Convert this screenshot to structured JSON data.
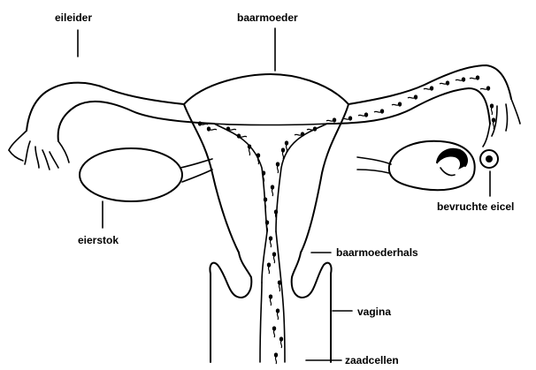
{
  "labels": {
    "oviduct": "eileider",
    "uterus": "baarmoeder",
    "ovary": "eierstok",
    "fertilized_egg": "bevruchte eicel",
    "cervix": "baarmoederhals",
    "vagina": "vagina",
    "sperm": "zaadcellen"
  }
}
